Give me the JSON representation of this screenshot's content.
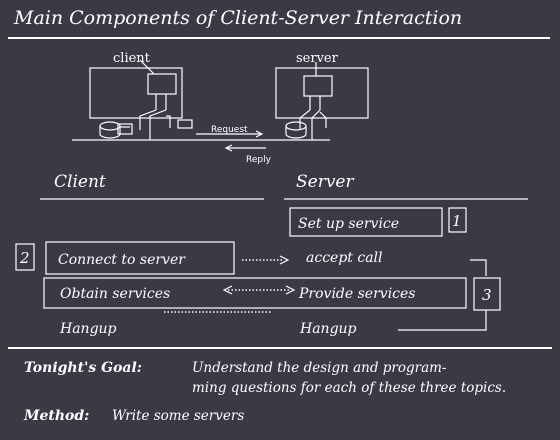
{
  "title": "Main Components of Client-Server Interaction",
  "illustration": {
    "client_label": "client",
    "server_label": "server",
    "request_label": "Request",
    "reply_label": "Reply"
  },
  "columns": {
    "client_heading": "Client",
    "server_heading": "Server"
  },
  "steps": {
    "setup_service": "Set up service",
    "setup_number": "1",
    "connect": "Connect to server",
    "connect_number": "2",
    "accept_call": "accept call",
    "obtain": "Obtain services",
    "provide": "Provide services",
    "services_number": "3",
    "client_hangup": "Hangup",
    "server_hangup": "Hangup"
  },
  "goal": {
    "label": "Tonight's Goal:",
    "text_line1": "Understand the design and program-",
    "text_line2": "ming questions for each of these three topics."
  },
  "method": {
    "label": "Method:",
    "text": "Write some servers"
  }
}
